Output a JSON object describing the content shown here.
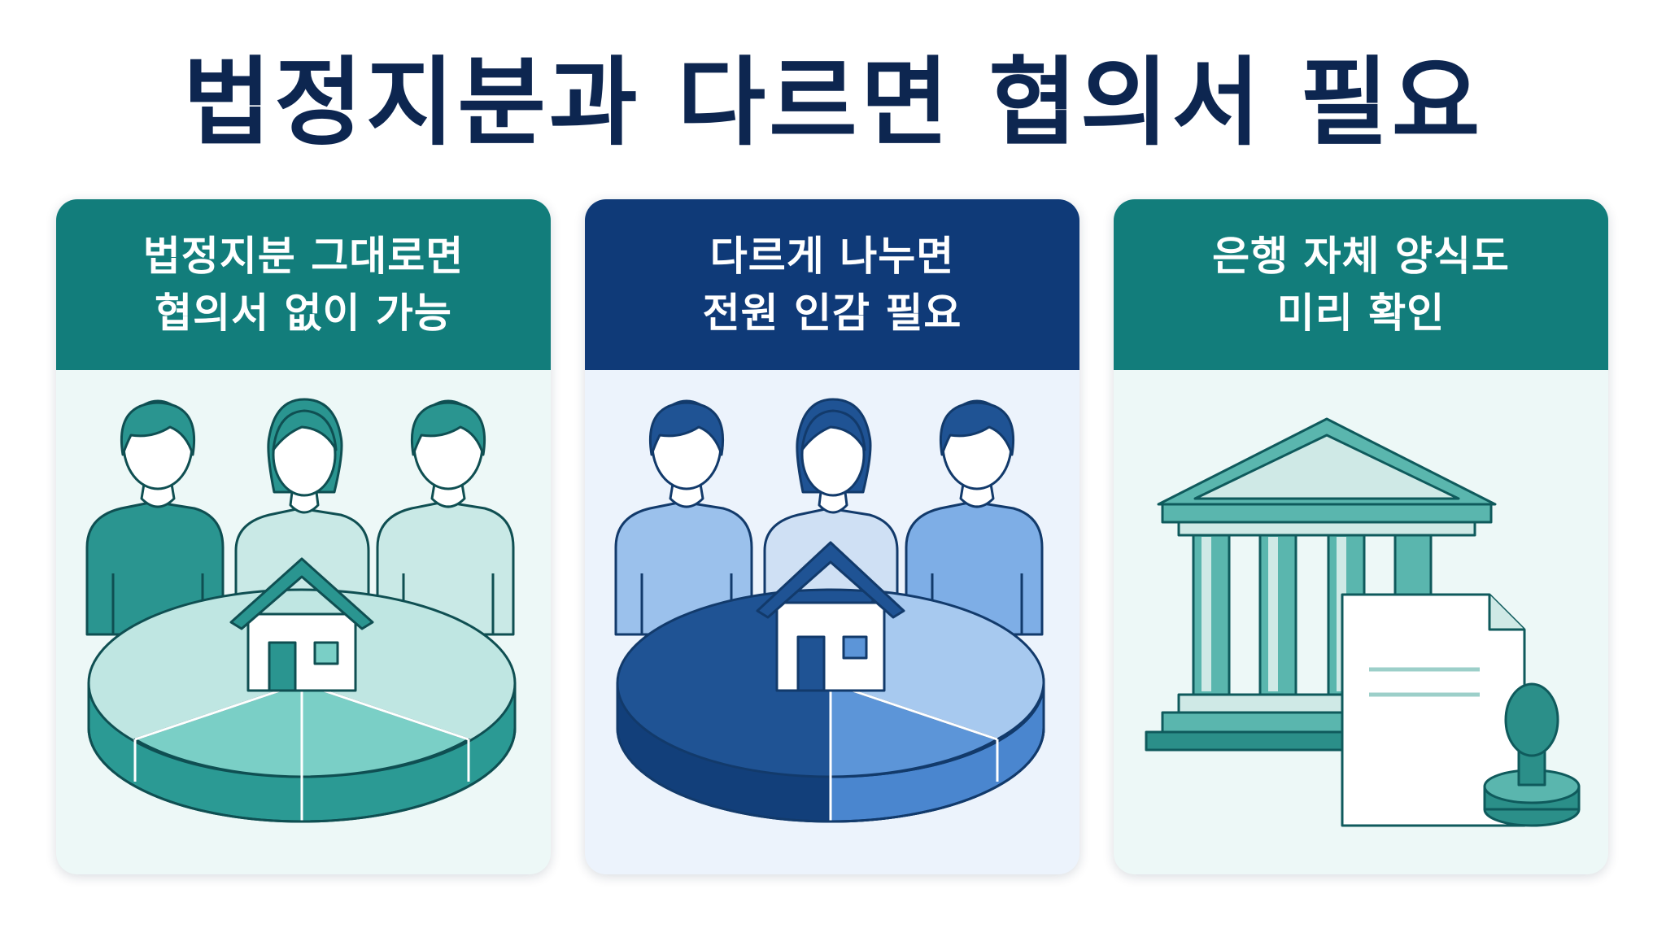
{
  "title": "법정지분과 다르면 협의서 필요",
  "cards": [
    {
      "line1": "법정지분 그대로면",
      "line2": "협의서 없이 가능",
      "illustration": "people-with-equal-share-pie-icon",
      "colors": {
        "header": "#127d7b",
        "person_dark": "#2a9590",
        "person_light": "#c9e9e6",
        "pie_top": "#bfe6e2",
        "pie_side": "#2b9a94",
        "outline": "#0f4f52"
      }
    },
    {
      "line1": "다르게 나누면",
      "line2": "전원 인감 필요",
      "illustration": "people-with-unequal-share-pie-icon",
      "colors": {
        "header": "#0f3a78",
        "person_mid": "#7eaee6",
        "person_light": "#cfe0f4",
        "pie_dark": "#1f5394",
        "pie_mid": "#5c95d8",
        "pie_light": "#a7c9ef",
        "outline": "#123a6b"
      }
    },
    {
      "line1": "은행 자체 양식도",
      "line2": "미리 확인",
      "illustration": "bank-document-stamp-icon",
      "colors": {
        "header": "#127d7b",
        "bank": "#5ab6ae",
        "bank_light": "#cfe9e6",
        "outline": "#0f5a5c"
      }
    }
  ]
}
